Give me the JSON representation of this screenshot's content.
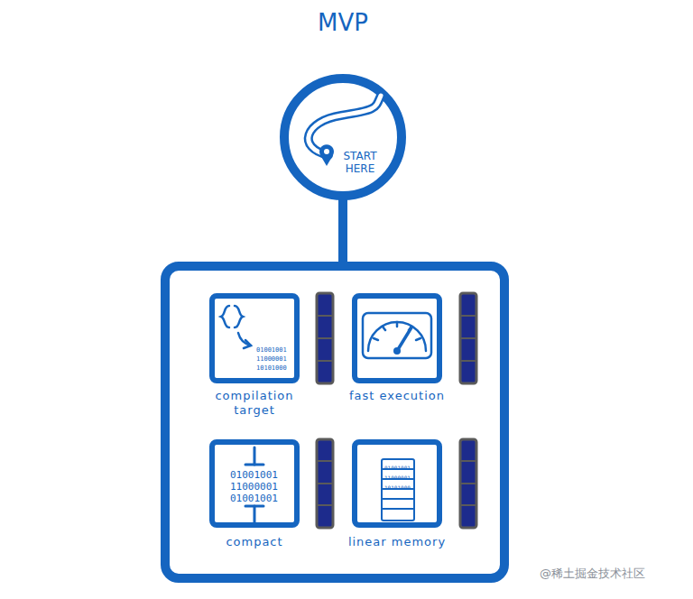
{
  "diagram": {
    "nodes": [
      {
        "text": [
          "MVP",
          "START HERE"
        ]
      },
      {
        "text": []
      },
      {
        "text": [
          "compilation target"
        ],
        "in": 1
      },
      {
        "text": [
          "fast execution"
        ],
        "in": 1
      },
      {
        "text": [
          "compact"
        ],
        "in": 1
      },
      {
        "text": [
          "linear memory"
        ],
        "in": 1
      }
    ],
    "edges": [
      {
        "from": 0,
        "to": 1,
        "arrow": "none"
      }
    ],
    "labels": [
      "01001001",
      "11000001",
      "10101000",
      "01001001",
      "11000001",
      "01001001",
      "01001001",
      "11000001",
      "10101000",
      "@稀土掘金技术社区"
    ]
  }
}
